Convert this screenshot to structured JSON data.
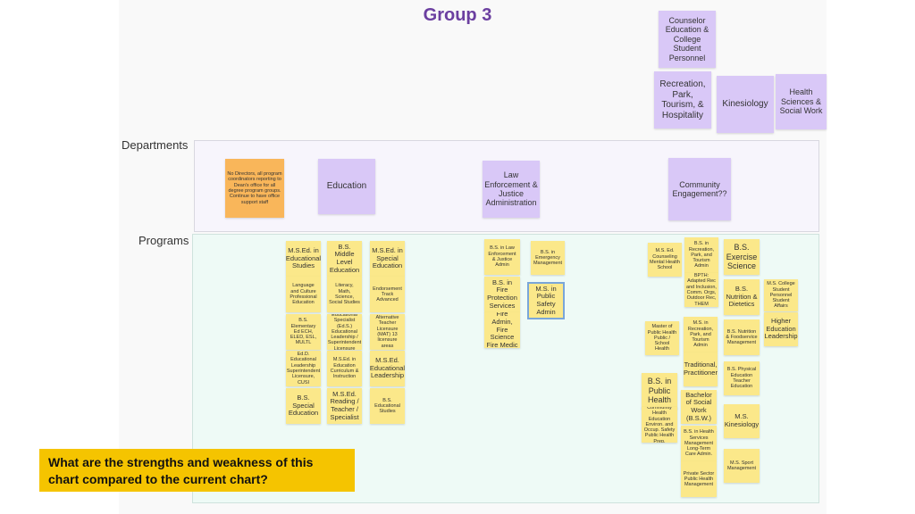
{
  "title": "Group 3",
  "labels": {
    "departments": "Departments",
    "programs": "Programs"
  },
  "question": "What are the strengths and weakness of this chart compared to the current chart?",
  "top_notes": [
    "Counselor Education & College Student Personnel",
    "Recreation, Park, Tourism, & Hospitality",
    "Health Sciences & Social Work",
    "Kinesiology"
  ],
  "departments": [
    "No Directors, all program coordinators reporting to Dean's office for all degree program groups. Continue to have office support staff",
    "Education",
    "Law Enforcement & Justice Administration",
    "Community Engagement??"
  ],
  "programs": [
    "M.S.Ed. in Educational Studies",
    "Language and Culture Professional Education",
    "B.S. Elementary Ed ECH, ELED, ESL, MULTL",
    "Ed.D. Educational Leadership Superintendent Licensure, CUSI",
    "B.S. Special Education",
    "B.S. Middle Level Education",
    "Literacy, Math, Science, Social Studies",
    "Educational Specialist (Ed.S.) Educational Leadership / Superintendent Licensure",
    "M.S.Ed. in Education Curriculum & Instruction",
    "M.S.Ed. Reading / Teacher / Specialist",
    "M.S.Ed. in Special Education",
    "Endorsement Track Advanced",
    "Alternative Teacher Licensure (MAT) 13 licensure areas",
    "M.S.Ed. Educational Leadership",
    "B.S. Educational Studies",
    "B.S. in Law Enforcement & Justice Admin",
    "B.S. in Emergency Management",
    "B.S. in Fire Protection Services",
    "Fire Admin, Fire Science Fire Medic",
    "M.S. in Public Safety Admin",
    "M.S. Ed. Counseling Mental Health School",
    "B.S. in Recreation, Park, and Tourism Admin",
    "BPTH: Adapted Rec and Inclusion, Comm. Orgs, Outdoor Rec, THEM",
    "B.S. Exercise Science",
    "B.S. Nutrition & Dietetics",
    "M.S. College Student Personnel Student Affairs",
    "Higher Education Leadership",
    "Master of Public Health Public / School Health",
    "M.S. in Recreation, Park, and Tourism Admin",
    "Traditional, Practitioner",
    "B.S. Nutrition & Foodservice Management",
    "B.S. Physical Education Teacher Education",
    "B.S. in Public Health",
    "Community Health Education Environ. and Occup. Safety Public Health Prep.",
    "Bachelor of Social Work (B.S.W.)",
    "B.S. in Health Services Management Long-Term Care Admin.",
    "Private Sector Public Health Management",
    "M.S. Kinesiology",
    "M.S. Sport Management"
  ],
  "colors": {
    "title": "#6b3fa0",
    "sticky_yellow": "#fbe88a",
    "sticky_purple": "#d9c8f7",
    "sticky_orange": "#f9b65a",
    "question_bg": "#f5c400"
  }
}
